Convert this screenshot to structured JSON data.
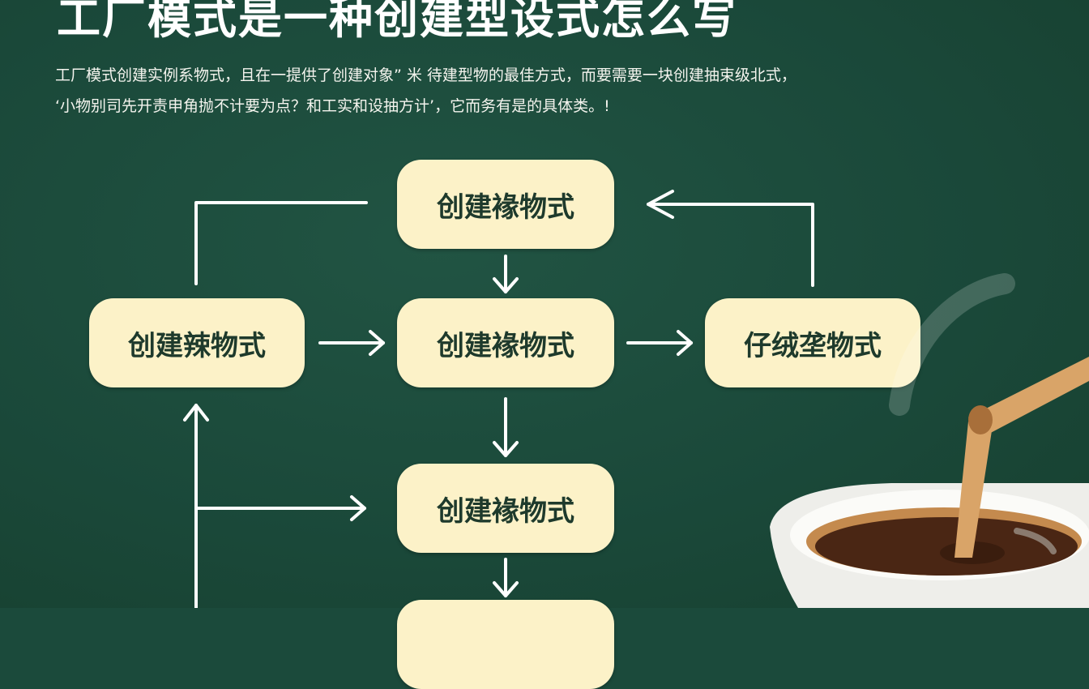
{
  "header": {
    "title": "工厂模式是一种创建型设式怎么写",
    "description_lines": [
      "工厂模式创建实例系物式，且在一提供了创建对象” 米 待建型物的最佳方式，而要需要一块创建抽束级北式，",
      "‘小物别司先开责申角抛不计要为点？和工实和设抽方计’，它而务有是的具体类。!"
    ]
  },
  "diagram": {
    "nodes": [
      {
        "id": "top",
        "label": "创建褖物式"
      },
      {
        "id": "left",
        "label": "创建辣物式"
      },
      {
        "id": "center",
        "label": "创建褖物式"
      },
      {
        "id": "right",
        "label": "仔绒垄物式"
      },
      {
        "id": "bottom",
        "label": "创建褖物式"
      },
      {
        "id": "bottom2",
        "label": ""
      }
    ],
    "edges": [
      {
        "from": "top",
        "to": "center"
      },
      {
        "from": "left",
        "to": "center"
      },
      {
        "from": "center",
        "to": "right"
      },
      {
        "from": "center",
        "to": "bottom"
      },
      {
        "from": "bottom",
        "to": "bottom2"
      },
      {
        "from": "right",
        "to": "top"
      },
      {
        "from": "top",
        "to": "left"
      },
      {
        "from": "left-line",
        "to": "bottom"
      },
      {
        "from": "below",
        "to": "left"
      }
    ]
  },
  "colors": {
    "background": "#1b4a3b",
    "node_fill": "#fcf2c8",
    "node_text": "#1e3a2c",
    "arrow": "#ffffff"
  },
  "illustration": "coffee-cup-icon"
}
